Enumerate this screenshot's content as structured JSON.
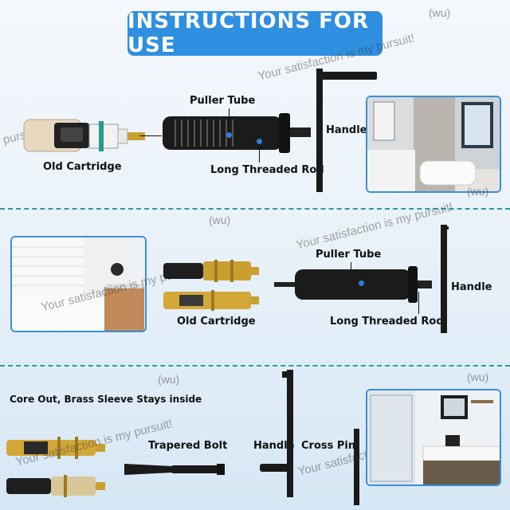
{
  "banner": {
    "title": "INSTRUCTIONS FOR USE"
  },
  "section1": {
    "puller_tube": "Puller Tube",
    "handle": "Handle",
    "old_cartridge": "Old Cartridge",
    "long_threaded_rod": "Long Threaded Rod"
  },
  "section2": {
    "puller_tube": "Puller Tube",
    "handle": "Handle",
    "old_cartridge": "Old Cartridge",
    "long_threaded_rod": "Long Threaded Rod"
  },
  "section3": {
    "core_out": "Core Out, Brass Sleeve Stays inside",
    "tapered_bolt": "Trapered Bolt",
    "handle": "Handle",
    "cross_pin": "Cross Pin"
  },
  "watermarks": {
    "satisfaction": "Your satisfaction is my pursuit!",
    "wu": "(wu)",
    "pursuit": "pursuit!"
  },
  "colors": {
    "accent": "#2f8fe0",
    "divider": "#2a9aa5",
    "brass": "#c9a030",
    "tool": "#1a1a1a"
  }
}
